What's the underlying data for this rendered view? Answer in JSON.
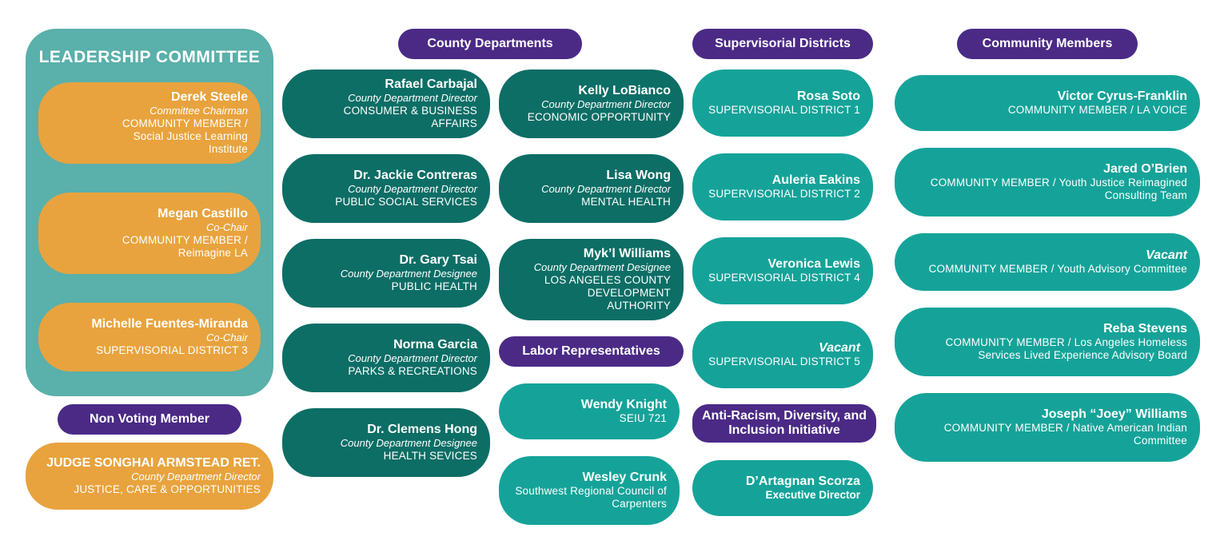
{
  "headers": {
    "leadership": "LEADERSHIP COMMITTEE",
    "non_voting": "Non Voting Member",
    "county": "County Departments",
    "labor": "Labor Representatives",
    "supervisorial": "Supervisorial Districts",
    "anti_racism": "Anti-Racism, Diversity, and Inclusion Initiative",
    "community": "Community Members"
  },
  "leadership": [
    {
      "name": "Derek Steele",
      "role": "Committee Chairman",
      "desc": "COMMUNITY MEMBER / Social Justice Learning Institute"
    },
    {
      "name": "Megan Castillo",
      "role": "Co-Chair",
      "desc": "COMMUNITY MEMBER / Reimagine LA"
    },
    {
      "name": "Michelle Fuentes-Miranda",
      "role": "Co-Chair",
      "desc": "SUPERVISORIAL DISTRICT 3"
    }
  ],
  "non_voting": {
    "name": "JUDGE SONGHAI ARMSTEAD RET.",
    "role": "County Department Director",
    "desc": "JUSTICE, CARE & OPPORTUNITIES"
  },
  "county_col1": [
    {
      "name": "Rafael Carbajal",
      "role": "County Department Director",
      "desc": "CONSUMER & BUSINESS AFFAIRS"
    },
    {
      "name": "Dr. Jackie Contreras",
      "role": "County Department Director",
      "desc": "PUBLIC SOCIAL SERVICES"
    },
    {
      "name": "Dr. Gary Tsai",
      "role": "County Department Designee",
      "desc": "PUBLIC HEALTH"
    },
    {
      "name": "Norma Garcia",
      "role": "County Department Director",
      "desc": "PARKS & RECREATIONS"
    },
    {
      "name": "Dr. Clemens Hong",
      "role": "County Department Designee",
      "desc": "HEALTH SEVICES"
    }
  ],
  "county_col2": [
    {
      "name": "Kelly LoBianco",
      "role": "County Department Director",
      "desc": "ECONOMIC OPPORTUNITY"
    },
    {
      "name": "Lisa Wong",
      "role": "County Department Director",
      "desc": "MENTAL HEALTH"
    },
    {
      "name": "Myk’l Williams",
      "role": "County Department Designee",
      "desc": "LOS ANGELES COUNTY DEVELOPMENT AUTHORITY"
    }
  ],
  "labor": [
    {
      "name": "Wendy Knight",
      "desc": "SEIU 721"
    },
    {
      "name": "Wesley Crunk",
      "desc": "Southwest Regional Council of Carpenters"
    }
  ],
  "supervisorial": [
    {
      "name": "Rosa Soto",
      "desc": "SUPERVISORIAL DISTRICT 1"
    },
    {
      "name": "Auleria Eakins",
      "desc": "SUPERVISORIAL DISTRICT 2"
    },
    {
      "name": "Veronica Lewis",
      "desc": "SUPERVISORIAL DISTRICT 4"
    },
    {
      "name": "Vacant",
      "desc": "SUPERVISORIAL DISTRICT 5"
    }
  ],
  "anti_racism": {
    "name": "D’Artagnan Scorza",
    "desc": "Executive Director"
  },
  "community": [
    {
      "name": "Victor Cyrus-Franklin",
      "desc": "COMMUNITY MEMBER / LA VOICE"
    },
    {
      "name": "Jared O’Brien",
      "desc": "COMMUNITY MEMBER / Youth Justice Reimagined Consulting Team"
    },
    {
      "name": "Vacant",
      "desc": "COMMUNITY MEMBER / Youth Advisory Committee"
    },
    {
      "name": "Reba Stevens",
      "desc": "COMMUNITY MEMBER /  Los Angeles Homeless Services Lived Experience Advisory Board"
    },
    {
      "name": "Joseph “Joey” Williams",
      "desc": "COMMUNITY MEMBER /  Native American Indian Committee"
    }
  ],
  "colors": {
    "header": "#4b2a86",
    "dark_teal": "#0d6e66",
    "teal": "#15a399",
    "orange": "#e8a33e",
    "leadership_bg": "#5ab0aa"
  }
}
